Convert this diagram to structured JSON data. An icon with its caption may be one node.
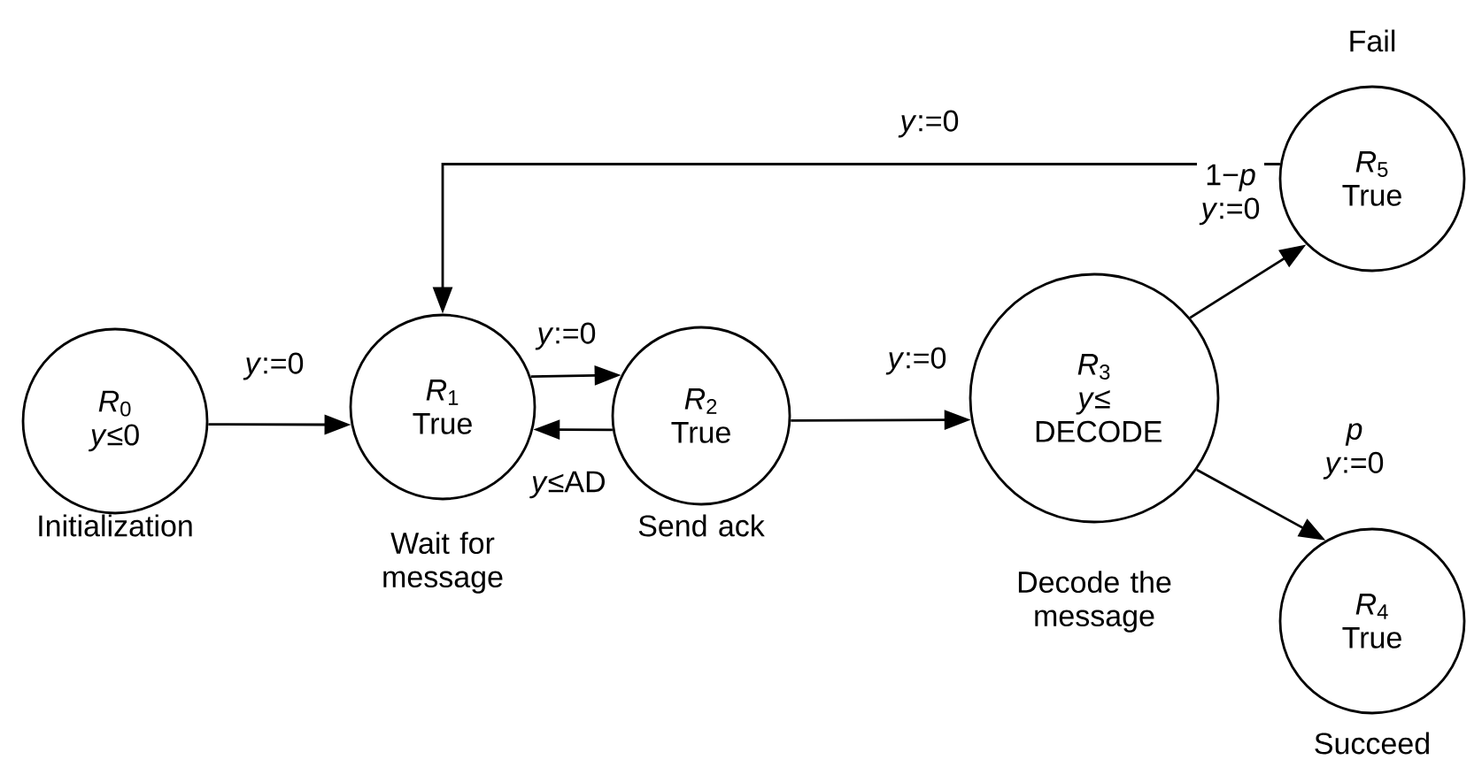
{
  "diagram": {
    "nodes": [
      {
        "text": [
          "*R*$_{0}$",
          "*y*≤0"
        ],
        "beside": [
          "Initialization"
        ]
      },
      {
        "text": [
          "*R*$_{1}$",
          "True"
        ],
        "beside": [
          "Wait for message"
        ]
      },
      {
        "text": [
          "*R*$_{2}$",
          "True"
        ],
        "beside": [
          "Send ack"
        ]
      },
      {
        "text": [
          "*R*$_{3}$",
          "*y*≤ DECODE"
        ],
        "beside": [
          "Decode the message"
        ]
      },
      {
        "text": [
          "*R*$_{4}$",
          "True"
        ],
        "beside": [
          "Succeed"
        ]
      },
      {
        "text": [
          "*R*$_{5}$",
          "True"
        ],
        "beside": [
          "Fail"
        ]
      }
    ],
    "edges": [
      {
        "from": 0,
        "to": 1,
        "arrow": "to",
        "label": "*y*:=0"
      },
      {
        "from": 1,
        "to": 2,
        "arrow": "to",
        "label": "*y*:=0"
      },
      {
        "from": 2,
        "to": 1,
        "arrow": "to",
        "label": "*y*≤AD"
      },
      {
        "from": 2,
        "to": 3,
        "arrow": "to",
        "label": "*y*:=0"
      },
      {
        "from": 3,
        "to": 5,
        "arrow": "to",
        "label": "1−*p* *y*:=0"
      },
      {
        "from": 3,
        "to": 4,
        "arrow": "to",
        "label": "*p* *y*:=0"
      },
      {
        "from": 5,
        "to": 1,
        "arrow": "to",
        "label": "*y*:=0"
      }
    ]
  }
}
